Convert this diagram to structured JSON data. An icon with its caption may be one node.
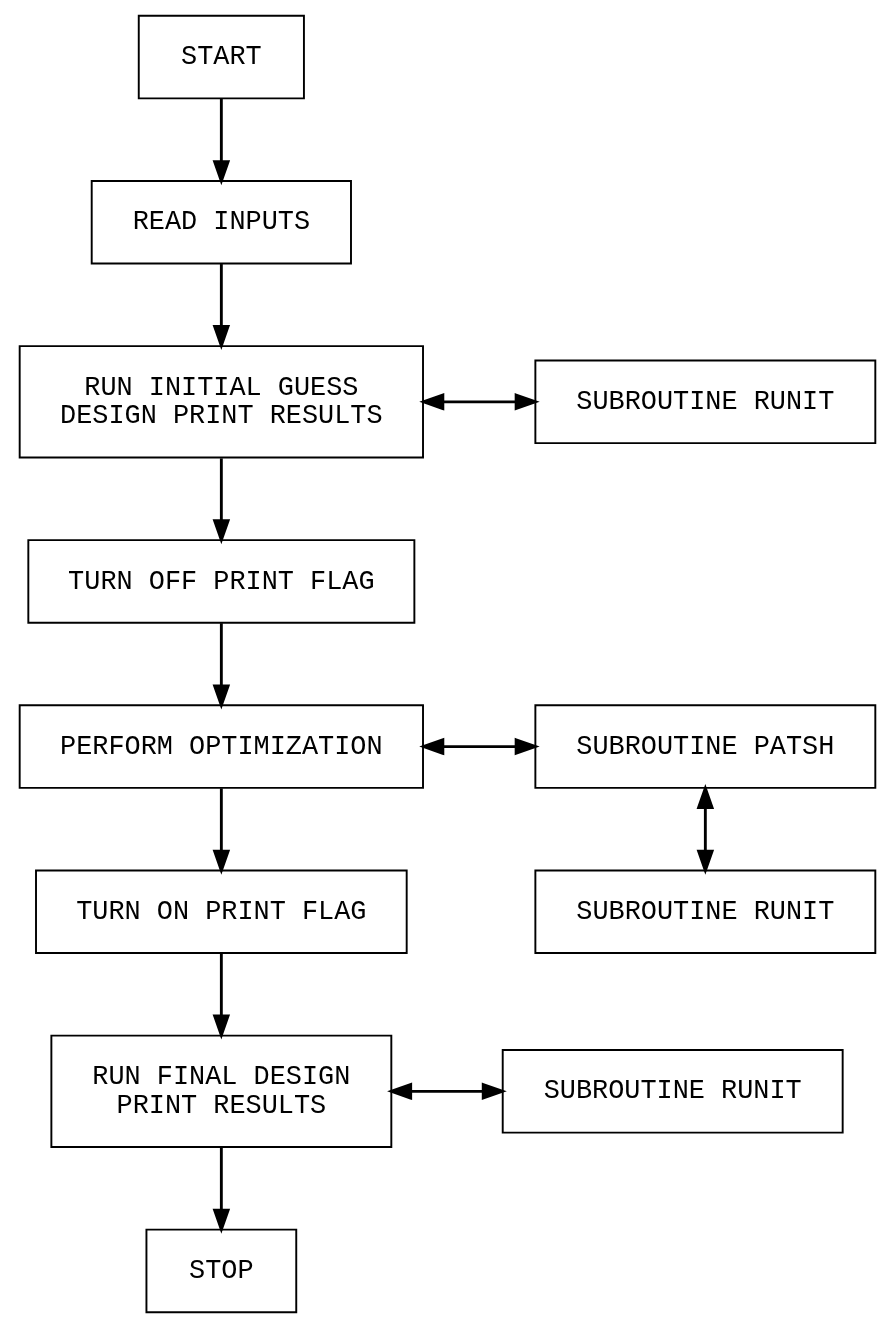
{
  "diagram": {
    "nodes": [
      {
        "text": [
          "START"
        ]
      },
      {
        "text": [
          "READ INPUTS"
        ]
      },
      {
        "text": [
          "RUN INITIAL GUESS DESIGN PRINT RESULTS"
        ]
      },
      {
        "text": [
          "SUBROUTINE RUNIT"
        ]
      },
      {
        "text": [
          "TURN OFF PRINT FLAG"
        ]
      },
      {
        "text": [
          "PERFORM OPTIMIZATION"
        ]
      },
      {
        "text": [
          "SUBROUTINE PATSH"
        ]
      },
      {
        "text": [
          "TURN ON PRINT FLAG"
        ]
      },
      {
        "text": [
          "SUBROUTINE RUNIT"
        ]
      },
      {
        "text": [
          "RUN FINAL DESIGN PRINT RESULTS"
        ]
      },
      {
        "text": [
          "SUBROUTINE RUNIT"
        ]
      },
      {
        "text": [
          "STOP"
        ]
      }
    ],
    "edges": [
      {
        "from": 0,
        "to": 1,
        "arrow": "to"
      },
      {
        "from": 1,
        "to": 2,
        "arrow": "to"
      },
      {
        "from": 2,
        "to": 3,
        "arrow": "both"
      },
      {
        "from": 2,
        "to": 4,
        "arrow": "to"
      },
      {
        "from": 4,
        "to": 5,
        "arrow": "to"
      },
      {
        "from": 5,
        "to": 6,
        "arrow": "both"
      },
      {
        "from": 6,
        "to": 8,
        "arrow": "both"
      },
      {
        "from": 5,
        "to": 7,
        "arrow": "to"
      },
      {
        "from": 7,
        "to": 9,
        "arrow": "to"
      },
      {
        "from": 9,
        "to": 10,
        "arrow": "both"
      },
      {
        "from": 9,
        "to": 11,
        "arrow": "to"
      }
    ]
  }
}
